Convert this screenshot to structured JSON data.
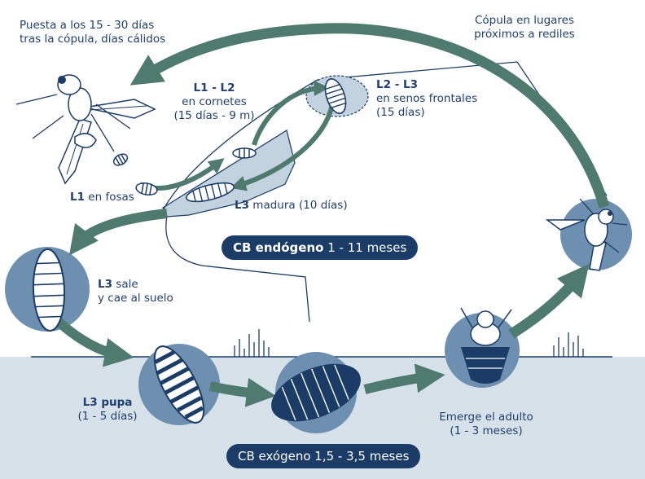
{
  "labels": {
    "oviposition": [
      "Puesta a los 15 - 30 días",
      "tras la cópula, días cálidos"
    ],
    "mating": [
      "Cópula en lugares",
      "próximos a rediles"
    ],
    "l1_l2": {
      "stage": "L1 - L2",
      "line1": "en cornetes",
      "line2": "(15 días - 9 m)"
    },
    "l2_l3": {
      "stage": "L2 - L3",
      "line1": "en senos frontales",
      "line2": "(15 días)"
    },
    "l1": {
      "stage": "L1",
      "text": " en fosas"
    },
    "l3_mature": {
      "stage": "L3",
      "text": " madura (10 días)"
    },
    "l3_exit": {
      "stage": "L3",
      "text": " sale",
      "line2": "y cae al suelo"
    },
    "l3_pupa": {
      "stage": "L3 pupa",
      "line2": "(1 - 5 días)"
    },
    "adult_emerges": {
      "line1": "Emerge el adulto",
      "line2": "(1 - 3 meses)"
    }
  },
  "endogenous": {
    "bold": "CB endógeno",
    "text": " 1 - 11 meses"
  },
  "exogenous": {
    "text": "CB exógeno 1,5 - 3,5 meses"
  },
  "colors": {
    "arrow": "#4e7b6e",
    "navy": "#1a3c66",
    "circle": "#6d8fb0",
    "ground": "#d7e1ea",
    "ink": "#1f3f6e"
  }
}
